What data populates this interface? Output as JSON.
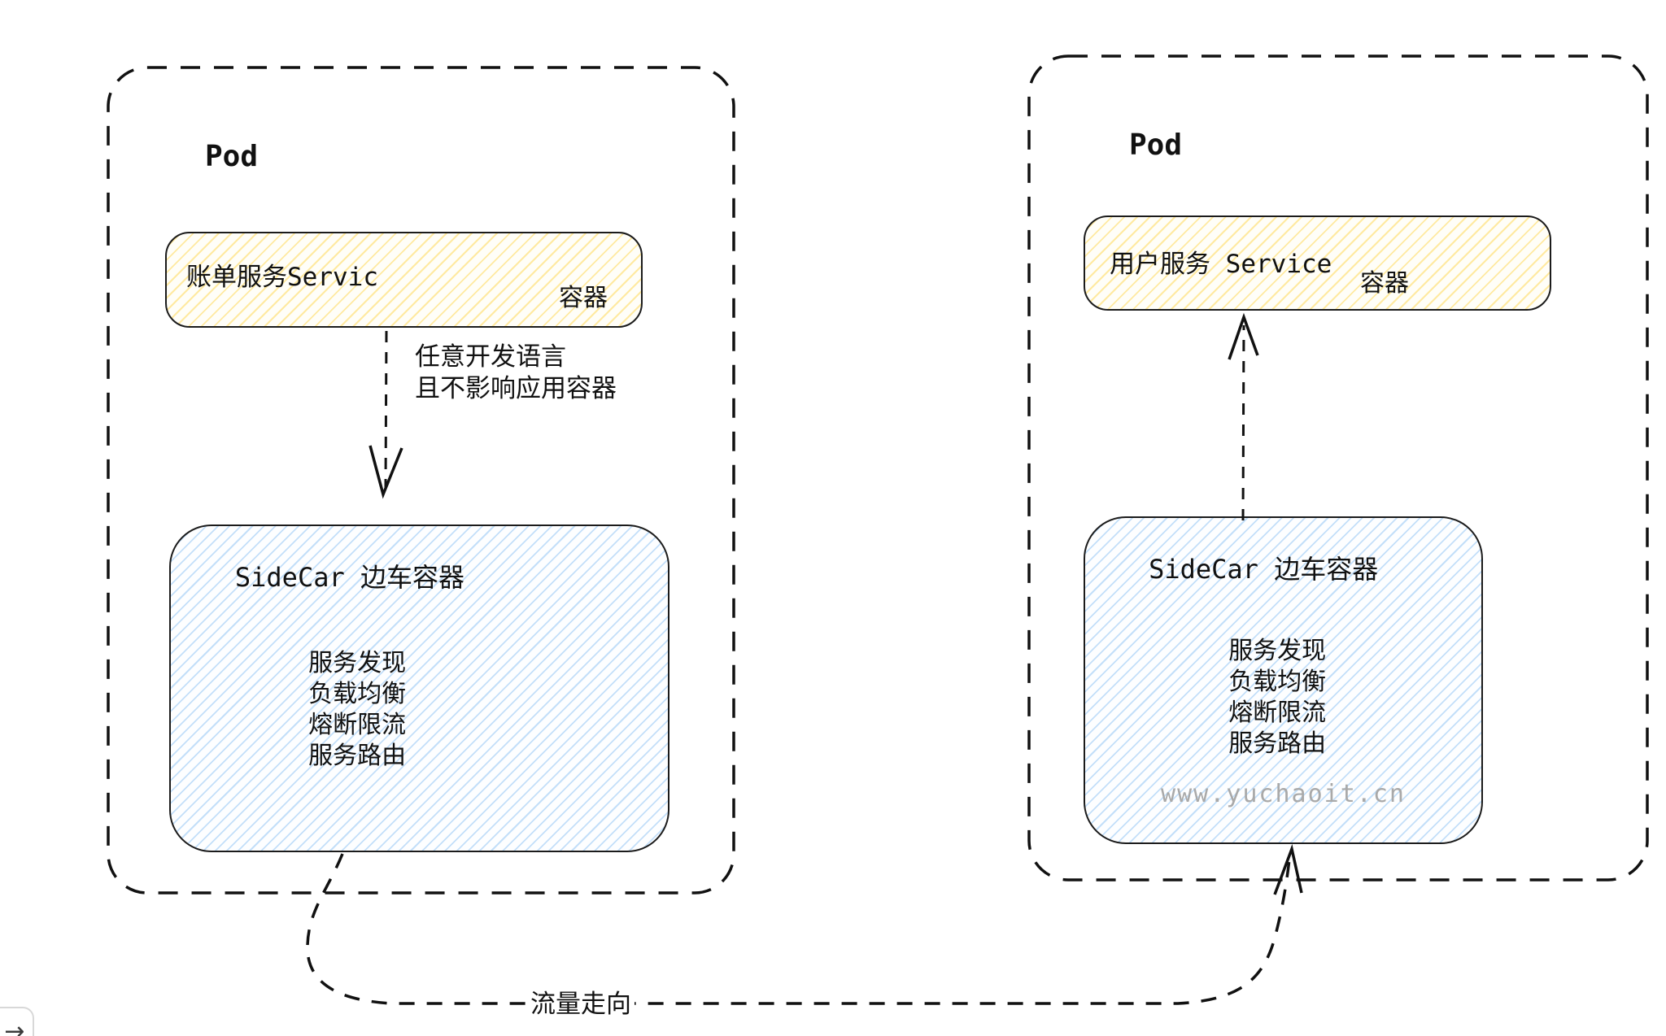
{
  "left_pod": {
    "label": "Pod",
    "app_box": {
      "name": "账单服务Servic",
      "tag": "容器"
    },
    "note": {
      "line1": "任意开发语言",
      "line2": "且不影响应用容器"
    },
    "sidecar": {
      "title": "SideCar 边车容器",
      "features": [
        "服务发现",
        "负载均衡",
        "熔断限流",
        "服务路由"
      ]
    }
  },
  "right_pod": {
    "label": "Pod",
    "app_box": {
      "name": "用户服务 Service",
      "tag": "容器"
    },
    "sidecar": {
      "title": "SideCar 边车容器",
      "features": [
        "服务发现",
        "负载均衡",
        "熔断限流",
        "服务路由"
      ],
      "watermark": "www.yuchaoit.cn"
    }
  },
  "flow": {
    "label": "流量走向"
  },
  "ui": {
    "nav_arrow": "→"
  },
  "colors": {
    "stroke": "#1b1b1b",
    "yellow_hatch": "#ffd54a",
    "blue_hatch": "#7db9f2",
    "watermark_gray": "#a9a9a9",
    "background": "#ffffff"
  }
}
